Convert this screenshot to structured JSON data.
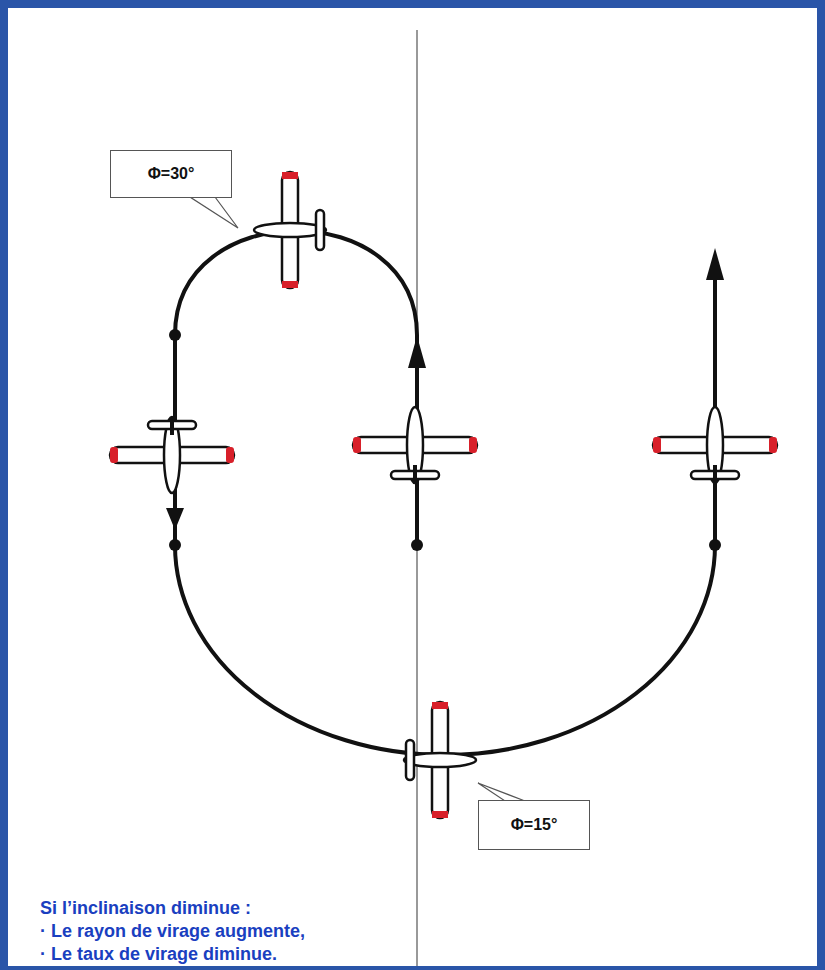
{
  "diagram": {
    "nodes": [
      {
        "text": [
          "Φ=30°"
        ]
      },
      {
        "text": [
          "Φ=15°"
        ]
      }
    ],
    "labels": [
      "Si l’inclinaison diminue :",
      "· Le rayon de virage augmente,",
      "· Le taux de virage diminue."
    ]
  }
}
